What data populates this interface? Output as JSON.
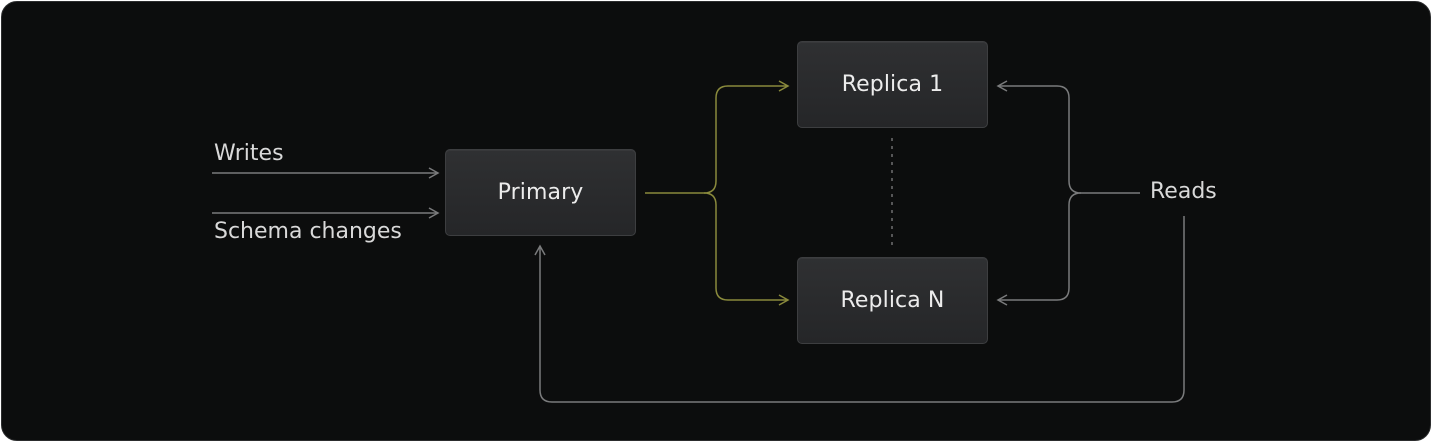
{
  "nodes": {
    "primary": "Primary",
    "replica_first": "Replica 1",
    "replica_last": "Replica N"
  },
  "labels": {
    "writes": "Writes",
    "schema_changes": "Schema changes",
    "reads": "Reads"
  },
  "colors": {
    "background": "#0c0d0d",
    "replication_wire": "#8a8a3c",
    "read_wire": "#6e6f70",
    "input_wire": "#7a7b7c"
  }
}
